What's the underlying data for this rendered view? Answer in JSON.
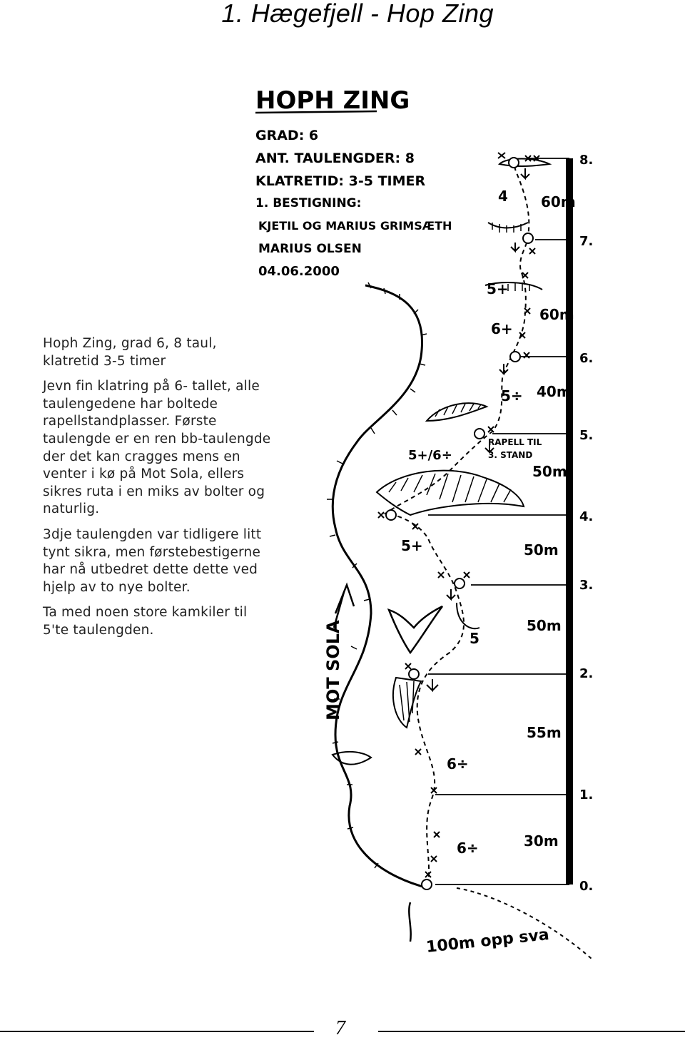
{
  "header": {
    "title": "1. Hægefjell - Hop Zing"
  },
  "description": {
    "paragraphs": [
      "Hoph Zing, grad 6, 8 taul, klatretid 3-5 timer",
      "Jevn fin klatring på 6- tallet, alle taulengedene har boltede rapellstandplasser. Første taulengde er en ren bb-taulengde der det kan cragges mens en venter i kø på Mot Sola, ellers sikres ruta i en miks av bolter og naturlig.",
      "3dje taulengden var tidligere litt tynt sikra, men førstebestigerne har nå utbedret dette dette ved hjelp av to nye bolter.",
      "Ta med noen store kamkiler til 5'te taulengden."
    ]
  },
  "topo": {
    "route_name": "HOPH ZING",
    "grade_line": "GRAD: 6",
    "pitches_line": "ANT. TAULENGDER: 8",
    "time_line": "KLATRETID: 3-5 TIMER",
    "first_ascent_label": "1. BESTIGNING:",
    "first_ascent_names_1": "KJETIL OG MARIUS GRIMSÆTH",
    "first_ascent_names_2": "MARIUS OLSEN",
    "first_ascent_date": "04.06.2000",
    "neighbour_route": "MOT SOLA",
    "approach_note": "100m opp sva",
    "rappel_note_1": "RAPELL TIL",
    "rappel_note_2": "3. STAND",
    "belay_numbers": [
      "8.",
      "7.",
      "6.",
      "5.",
      "4.",
      "3.",
      "2.",
      "1.",
      "0."
    ],
    "pitch_lengths": [
      "60m",
      "60m",
      "40m",
      "50m",
      "50m",
      "50m",
      "55m",
      "30m"
    ],
    "pitch_grades": [
      "4",
      "5+",
      "6+",
      "5÷",
      "5+/6÷",
      "5+",
      "5",
      "6÷",
      "6÷"
    ]
  },
  "footer": {
    "page_number": "7"
  }
}
